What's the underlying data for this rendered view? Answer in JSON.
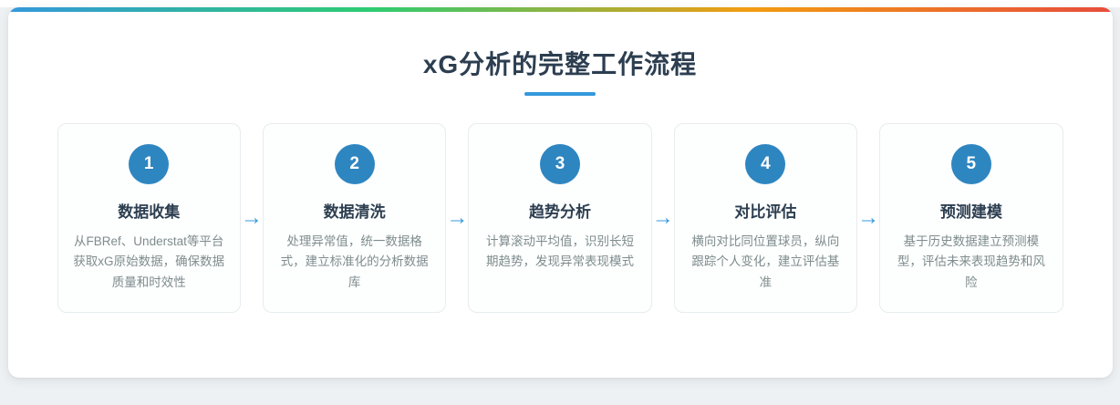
{
  "header": {
    "title": "xG分析的完整工作流程"
  },
  "gradient": {
    "stops": [
      "#3498db",
      "#2ecc71",
      "#f39c12",
      "#e74c3c"
    ]
  },
  "steps": [
    {
      "number": "1",
      "title": "数据收集",
      "description": "从FBRef、Understat等平台获取xG原始数据，确保数据质量和时效性"
    },
    {
      "number": "2",
      "title": "数据清洗",
      "description": "处理异常值，统一数据格式，建立标准化的分析数据库"
    },
    {
      "number": "3",
      "title": "趋势分析",
      "description": "计算滚动平均值，识别长短期趋势，发现异常表现模式"
    },
    {
      "number": "4",
      "title": "对比评估",
      "description": "横向对比同位置球员，纵向跟踪个人变化，建立评估基准"
    },
    {
      "number": "5",
      "title": "预测建模",
      "description": "基于历史数据建立预测模型，评估未来表现趋势和风险"
    }
  ],
  "arrow": {
    "glyph": "→"
  },
  "colors": {
    "page_bg": "#eef1f3",
    "panel_bg": "#ffffff",
    "accent_blue": "#3498db",
    "step_circle": "#2e86c1",
    "heading_text": "#2c3e50",
    "description_text": "#7f8c8d",
    "card_border": "#e7ecef"
  }
}
